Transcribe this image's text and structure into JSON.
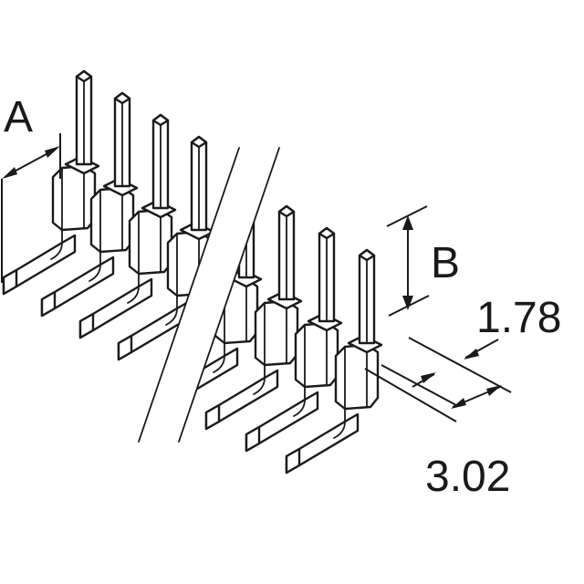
{
  "drawing": {
    "pin_count_left": 4,
    "pin_count_right": 4,
    "style": "right-angle-pin-header"
  },
  "dimensions": {
    "label_a": "A",
    "label_b": "B",
    "pitch": "1.78",
    "row_depth": "3.02"
  }
}
